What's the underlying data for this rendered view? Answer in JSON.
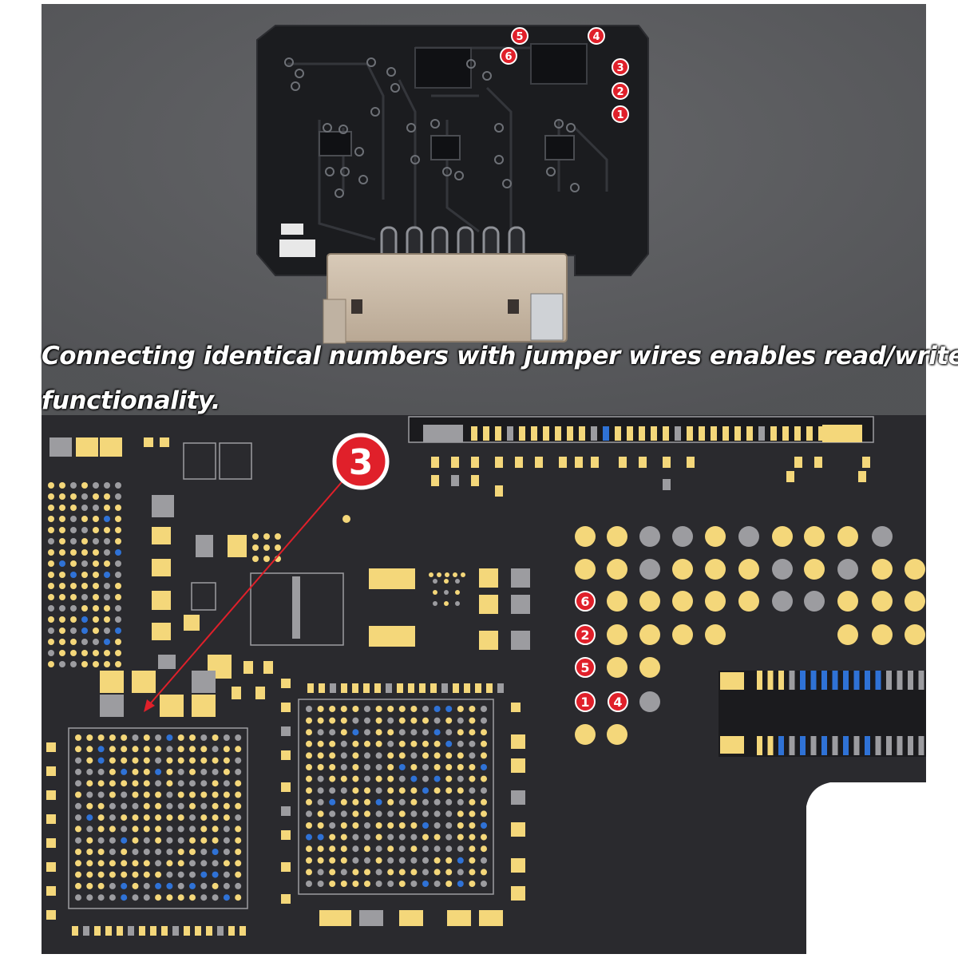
{
  "caption": {
    "line1": "Connecting identical numbers with jumper wires enables read/write",
    "line2": "functionality."
  },
  "colors": {
    "background_gray": "#5f6063",
    "board_black": "#1b1c1f",
    "schematic_bg": "#2a2a2e",
    "pad_yellow": "#f4d77a",
    "pad_gray": "#9c9ca0",
    "pad_blue": "#2f72d6",
    "marker_red": "#e0202a",
    "connector_beige": "#c9b8a4"
  },
  "top_markers": [
    {
      "label": "5"
    },
    {
      "label": "4"
    },
    {
      "label": "6"
    },
    {
      "label": "3"
    },
    {
      "label": "2"
    },
    {
      "label": "1"
    }
  ],
  "schematic_markers": [
    {
      "label": "6"
    },
    {
      "label": "2"
    },
    {
      "label": "5"
    },
    {
      "label": "1"
    },
    {
      "label": "4"
    }
  ],
  "callout": {
    "label": "3"
  }
}
